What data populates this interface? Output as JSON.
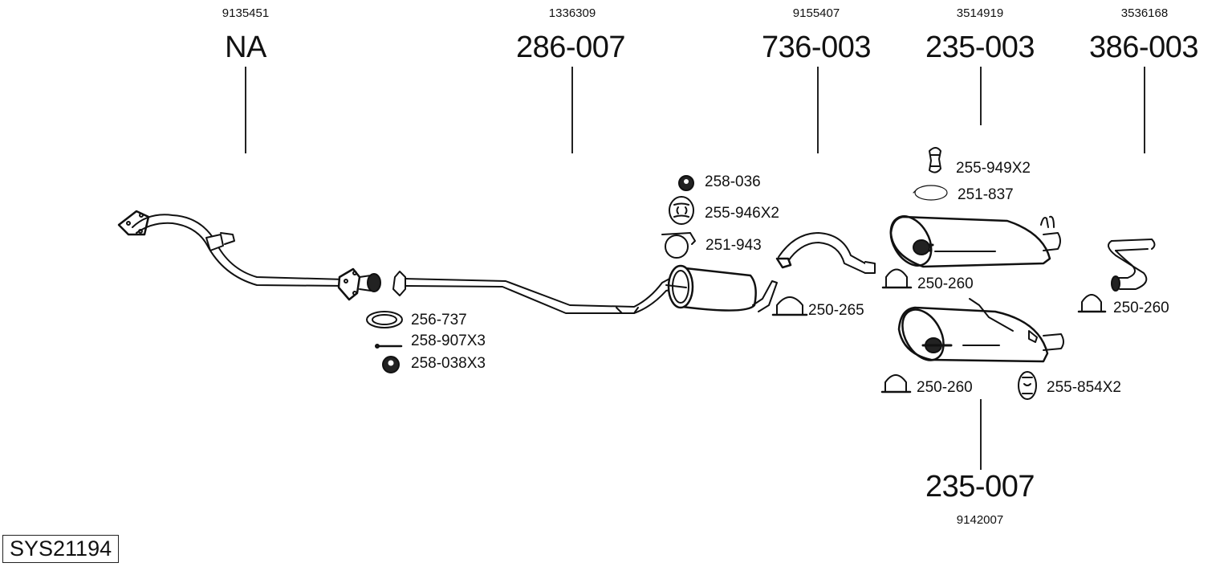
{
  "system_code": "SYS21194",
  "main_parts": [
    {
      "part_no": "NA",
      "oem_no": "9135451"
    },
    {
      "part_no": "286-007",
      "oem_no": "1336309"
    },
    {
      "part_no": "736-003",
      "oem_no": "9155407"
    },
    {
      "part_no": "235-003",
      "oem_no": "3514919"
    },
    {
      "part_no": "386-003",
      "oem_no": "3536168"
    },
    {
      "part_no": "235-007",
      "oem_no": "9142007"
    }
  ],
  "accessories": [
    {
      "label": "256-737",
      "icon": "gasket-ring-icon"
    },
    {
      "label": "258-907X3",
      "icon": "bolt-icon"
    },
    {
      "label": "258-038X3",
      "icon": "nut-icon"
    },
    {
      "label": "258-036",
      "icon": "nut-icon"
    },
    {
      "label": "255-946X2",
      "icon": "rubber-hanger-icon"
    },
    {
      "label": "251-943",
      "icon": "pipe-clamp-icon"
    },
    {
      "label": "250-265",
      "icon": "u-clamp-icon"
    },
    {
      "label": "255-949X2",
      "icon": "rubber-hanger-icon"
    },
    {
      "label": "251-837",
      "icon": "wire-clamp-icon"
    },
    {
      "label": "250-260",
      "icon": "u-clamp-icon"
    },
    {
      "label": "250-260",
      "icon": "u-clamp-icon"
    },
    {
      "label": "250-260",
      "icon": "u-clamp-icon"
    },
    {
      "label": "255-854X2",
      "icon": "rubber-hanger-icon"
    }
  ]
}
